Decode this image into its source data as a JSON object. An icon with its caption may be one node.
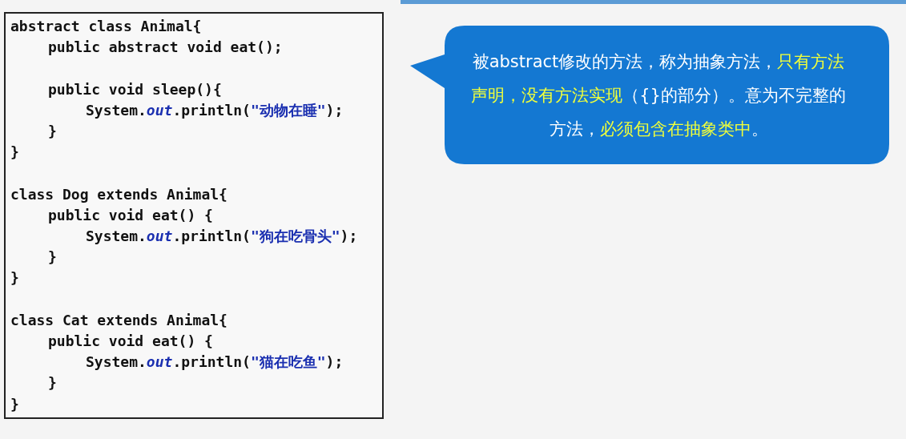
{
  "diagram": {
    "nodes": [
      {
        "text": [
          "abstract class Animal{",
          "public abstract void eat();",
          "public void sleep(){",
          "System.*out*.println(**\"动物在睡\"**);",
          "}",
          "}",
          "class Dog extends Animal{",
          "public void eat() {",
          "System.*out*.println(**\"狗在吃骨头\"**);",
          "}",
          "}",
          "class Cat extends Animal{",
          "public void eat() {",
          "System.*out*.println(**\"猫在吃鱼\"**);",
          "}",
          "}"
        ]
      },
      {
        "text": [
          "被abstract修改的方法，称为抽象方法，**只有方法声明，没有方法实现**（{}的部分）。意为不完整的方法，**必须包含在抽象类中**。"
        ]
      }
    ]
  }
}
